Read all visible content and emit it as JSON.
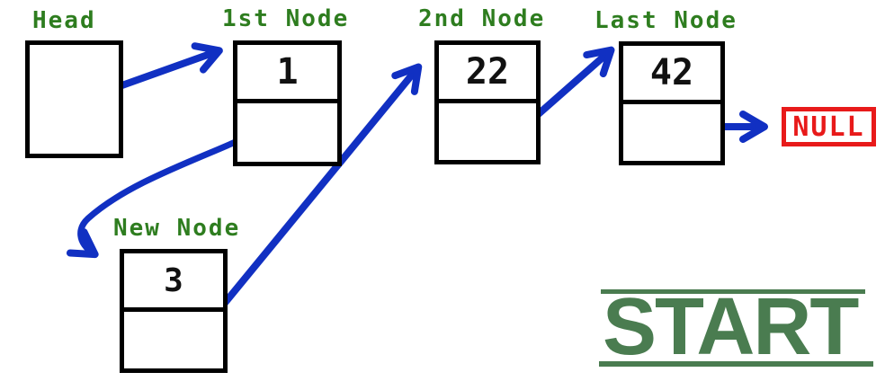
{
  "diagram": {
    "title_hint": "singly linked list with a new node being inserted after the first node",
    "head": {
      "label": "Head"
    },
    "nodes": [
      {
        "label": "1st Node",
        "value": "1"
      },
      {
        "label": "2nd Node",
        "value": "22"
      },
      {
        "label": "Last Node",
        "value": "42"
      },
      {
        "label": "New Node",
        "value": "3"
      }
    ],
    "terminator": {
      "label": "NULL"
    },
    "watermark": {
      "label": "START"
    },
    "arrows": [
      {
        "name": "head-to-first-arrow",
        "from": "Head pointer field",
        "to": "1st Node"
      },
      {
        "name": "first-to-new-curved-arrow",
        "from": "1st Node next field",
        "to": "New Node"
      },
      {
        "name": "new-to-second-arrow",
        "from": "New Node next field",
        "to": "2nd Node"
      },
      {
        "name": "second-to-last-arrow",
        "from": "2nd Node next field",
        "to": "Last Node"
      },
      {
        "name": "last-to-null-arrow",
        "from": "Last Node next field",
        "to": "NULL"
      }
    ]
  },
  "colors": {
    "label_green": "#2e7d1f",
    "start_green": "#4a7c50",
    "arrow_blue": "#1130c2",
    "null_red": "#e81a1a",
    "box_black": "#000000"
  }
}
